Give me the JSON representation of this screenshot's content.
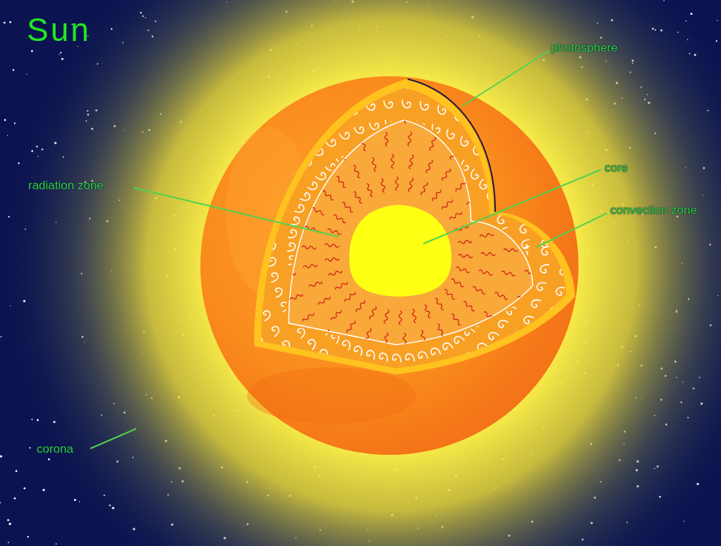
{
  "diagram": {
    "title": "Sun",
    "labels": [
      "photosphere",
      "core",
      "radiation zone",
      "convection zone",
      "corona"
    ]
  }
}
